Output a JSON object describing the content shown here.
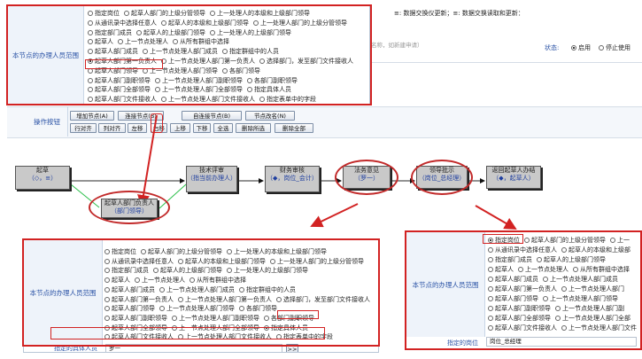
{
  "top_info": {
    "text": "≡: 数据交换仪更新；≡: 数据交换读取和更新："
  },
  "status": {
    "label": "状态:",
    "enabled": "启用",
    "disabled": "停止使用"
  },
  "name_hint": {
    "placeholder": "摸区域的名称，如新建申请）"
  },
  "top_panel": {
    "label": "本节点的办理人员范围",
    "rows": [
      [
        "指定岗位",
        "起草人部门的上级分管领导",
        "上一处理人的本级和上级部门领导"
      ],
      [
        "从通讯录中选择任意人",
        "起草人的本级和上级部门领导",
        "上一处理人部门的上级分管领导"
      ],
      [
        "指定部门成员",
        "起草人的上级部门领导",
        "上一处理人的上级部门领导"
      ],
      [
        "起草人",
        "上一节点处理人",
        "从所有群组中选择"
      ],
      [
        "起草人部门成员",
        "上一节点处理人部门成员",
        "指定群组中的人员"
      ],
      [
        "起草人部门第一负责人",
        "上一节点处理人部门第一负责人",
        "选择部门，发至部门文件接收人"
      ],
      [
        "起草人部门领导",
        "上一节点处理人部门领导",
        "各部门领导"
      ],
      [
        "起草人部门副职领导",
        "上一节点处理人部门副职领导",
        "各部门副职领导"
      ],
      [
        "起草人部门全部领导",
        "上一节点处理人部门全部领导",
        "指定具体人员"
      ],
      [
        "起草人部门文件接收人",
        "上一节点处理人部门文件接收人",
        "指定表单中的字段"
      ]
    ]
  },
  "ops": {
    "label": "操作按钮",
    "row1": [
      "增加节点(A)",
      "连接节点(B)",
      "自连接节点(B)",
      "节点改名(N)"
    ],
    "row2": [
      "行对齐",
      "列对齐",
      "左移",
      "右移",
      "上移",
      "下移",
      "全选",
      "删除所选",
      "删除全部"
    ]
  },
  "flow": {
    "nodes": [
      {
        "title": "起草",
        "sub": "（◇，≡）"
      },
      {
        "title": "技术评审",
        "sub": "（指当前办理人）"
      },
      {
        "title": "财务审核",
        "sub": "（◆，岗位_会计）"
      },
      {
        "title": "法务意见",
        "sub": "（罗一）"
      },
      {
        "title": "领导批示",
        "sub": "（岗位_总经理）"
      },
      {
        "title": "返回起草人办结",
        "sub": "（◆，起草人）"
      },
      {
        "title": "起草人部门负责人",
        "sub": "（部门领导）"
      }
    ]
  },
  "bottom_left": {
    "label": "本节点的办理人员范围",
    "rows": [
      [
        "指定岗位",
        "起草人部门的上级分管领导",
        "上一处理人的本级和上级部门领导"
      ],
      [
        "从通讯录中选择任意人",
        "起草人的本级和上级部门领导",
        "上一处理人部门的上级分管领导"
      ],
      [
        "指定部门成员",
        "起草人的上级部门领导",
        "上一处理人的上级部门领导"
      ],
      [
        "起草人",
        "上一节点处理人",
        "从所有群组中选择"
      ],
      [
        "起草人部门成员",
        "上一节点处理人部门成员",
        "指定群组中的人员"
      ],
      [
        "起草人部门第一负责人",
        "上一节点处理人部门第一负责人",
        "选择部门，发至部门文件接收人"
      ],
      [
        "起草人部门领导",
        "上一节点处理人部门领导",
        "各部门领导"
      ],
      [
        "起草人部门副职领导",
        "上一节点处理人部门副职领导",
        "各部门副职领导"
      ],
      [
        "起草人部门全部领导",
        "上一节点处理人部门全部领导",
        "指定具体人员"
      ],
      [
        "起草人部门文件接收人",
        "上一节点处理人部门文件接收人",
        "指定表单中的字段"
      ]
    ],
    "specified_label": "指定的具体人员",
    "specified_value": "罗一"
  },
  "bottom_right": {
    "label": "本节点的办理人员范围",
    "rows": [
      [
        "指定岗位",
        "起草人部门的上级分管领导",
        "上一"
      ],
      [
        "从通讯录中选择任意人",
        "起草人的本级和上级部"
      ],
      [
        "指定部门成员",
        "起草人的上级部门领导"
      ],
      [
        "起草人",
        "上一节点处理人",
        "从所有群组中选择"
      ],
      [
        "起草人部门成员",
        "上一节点处理人部门成员"
      ],
      [
        "起草人部门第一负责人",
        "上一节点处理人部门"
      ],
      [
        "起草人部门领导",
        "上一节点处理人部门领导"
      ],
      [
        "起草人部门副职领导",
        "上一节点处理人部门副"
      ],
      [
        "起草人部门全部领导",
        "上一节点处理人部门全部"
      ],
      [
        "起草人部门文件接收人",
        "上一节点处理人部门文件"
      ]
    ],
    "post_label": "指定的岗位",
    "post_value": "岗位_总经理"
  }
}
